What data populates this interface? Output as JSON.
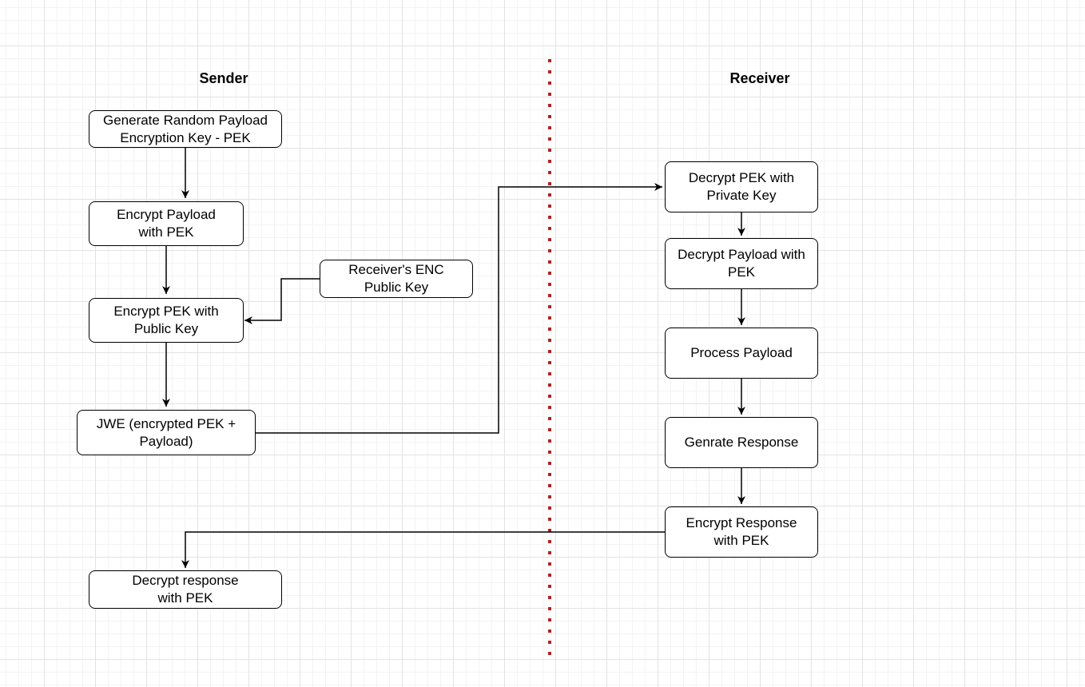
{
  "lanes": {
    "sender": "Sender",
    "receiver": "Receiver"
  },
  "nodes": {
    "generate_pek": "Generate Random Payload\nEncryption Key - PEK",
    "encrypt_payload": "Encrypt Payload\n with PEK",
    "receiver_public_key": "Receiver's ENC\nPublic  Key",
    "encrypt_pek": "Encrypt PEK with\nPublic Key",
    "jwe": "JWE (encrypted PEK +\nPayload)",
    "decrypt_pek": "Decrypt PEK with\nPrivate Key",
    "decrypt_payload": "Decrypt Payload with\nPEK",
    "process_payload": "Process Payload",
    "generate_response": "Genrate Response",
    "encrypt_response": "Encrypt Response\nwith PEK",
    "decrypt_response": "Decrypt response\n with PEK"
  },
  "colors": {
    "divider": "#b22222",
    "stroke": "#000000"
  }
}
